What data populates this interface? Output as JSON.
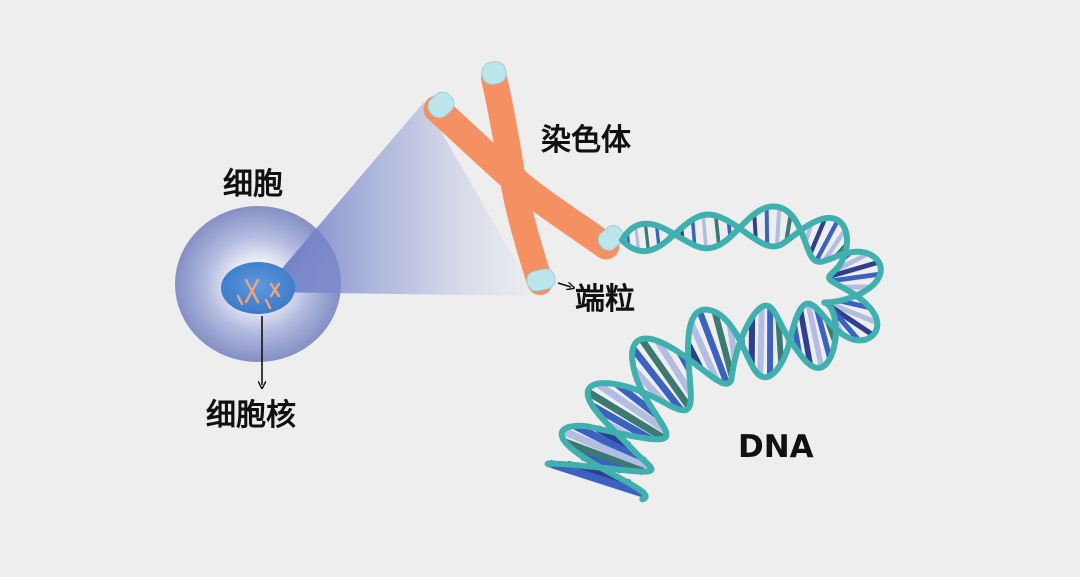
{
  "labels": {
    "cell": "细胞",
    "nucleus": "细胞核",
    "chromosome": "染色体",
    "telomere": "端粒",
    "dna": "DNA"
  },
  "colors": {
    "background": "#eeeeee",
    "cell_outer": "#8490c4",
    "cell_inner": "#f2f2f8",
    "nucleus": "#4a88d0",
    "chromosome": "#f59062",
    "telomere": "#bde6ec",
    "dna_backbone": "#3fb0ae",
    "base_pair_dark": "#2e3f8f",
    "base_pair_mid": "#3b62c0",
    "base_pair_light": "#b3bde2",
    "base_pair_teal": "#3b7a72"
  }
}
